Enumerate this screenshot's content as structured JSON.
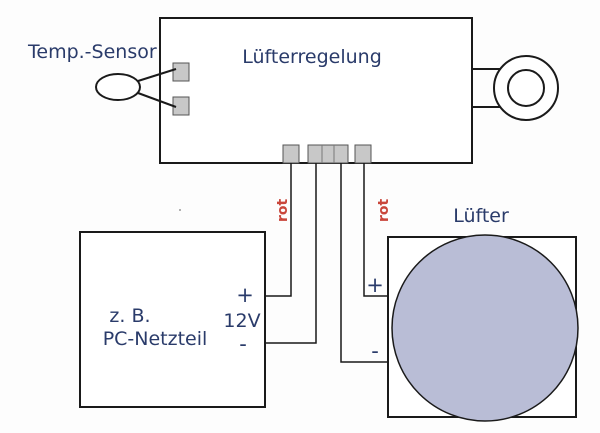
{
  "labels": {
    "temp_sensor": "Temp.-Sensor",
    "controller": "Lüfterregelung",
    "fan": "Lüfter",
    "psu_line1": "z. B.",
    "psu_line2": "PC-Netzteil",
    "voltage": "12V",
    "psu_plus": "+",
    "psu_minus": "-",
    "fan_plus": "+",
    "fan_minus": "-",
    "wire_red_left": "rot",
    "wire_red_right": "rot"
  },
  "colors": {
    "line": "#1a1a1a",
    "text": "#2a3b6a",
    "wire_label": "#c9463b",
    "connector": "#c8c8c8",
    "fan_disc": "#b9bdd6"
  }
}
